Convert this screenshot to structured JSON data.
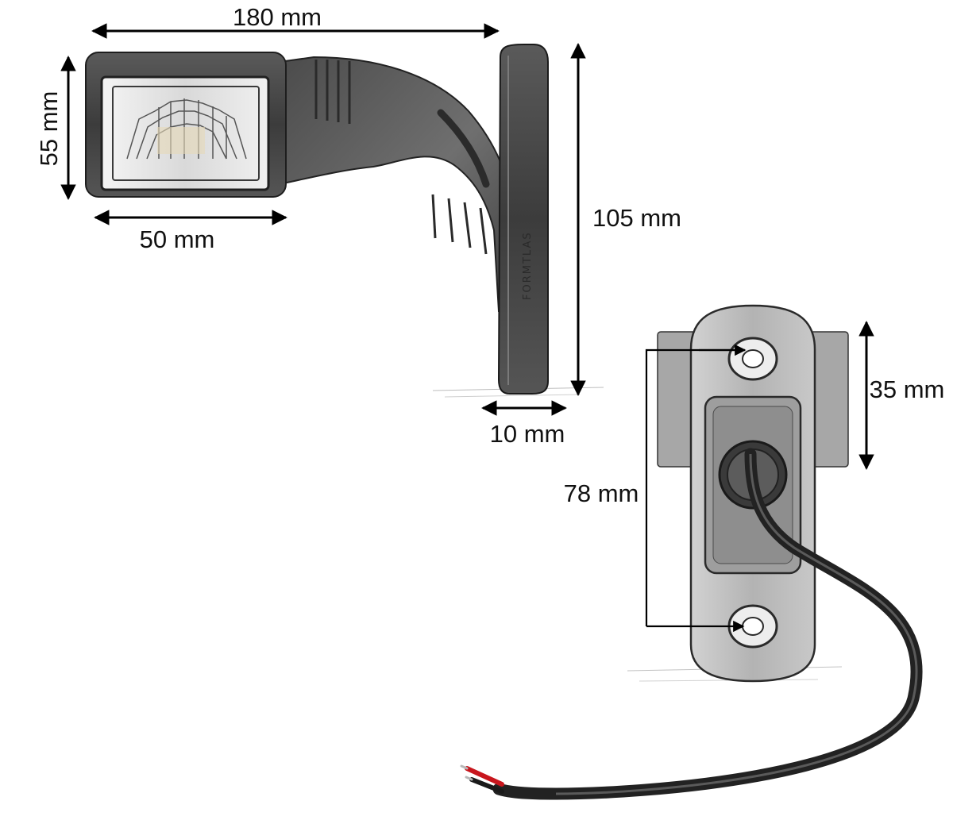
{
  "product": {
    "brand_text": "FORMTLAS"
  },
  "dimensions": {
    "overall_length": "180 mm",
    "lens_height": "55 mm",
    "lens_width": "50 mm",
    "total_height": "105 mm",
    "base_thickness": "10 mm",
    "base_width": "35 mm",
    "hole_spacing": "78 mm"
  },
  "colors": {
    "arrow": "#000000",
    "rubber_dark": "#3a3a3a",
    "rubber_mid": "#6e6e6e",
    "base_plate": "#b9b9b9",
    "wire_red": "#c8161d",
    "wire_black": "#1a1a1a"
  }
}
